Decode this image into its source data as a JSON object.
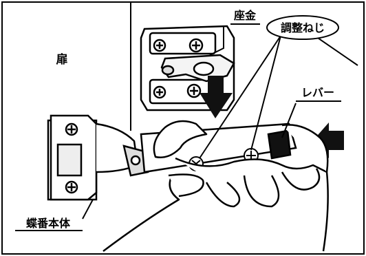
{
  "labels": {
    "door": "扉",
    "washer": "座金",
    "adjust_screw": "調整ねじ",
    "lever": "レバー",
    "hinge_body": "蝶番本体"
  }
}
